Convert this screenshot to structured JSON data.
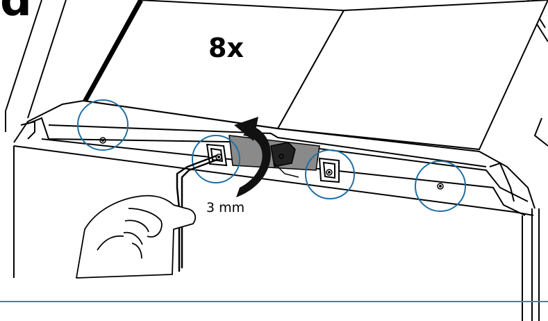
{
  "step_letter": "d",
  "repeat_count": "8x",
  "tool_size": "3 mm",
  "colors": {
    "line": "#000000",
    "highlight_circle": "#1f6fa3",
    "divider": "#2f86c4",
    "bracket_fill": "#8a8a8a",
    "panel_fill": "#ffffff"
  },
  "icons": {
    "rotation": "counterclockwise-arrow-icon",
    "tool": "hex-key-icon",
    "hand": "hand-icon",
    "screw": "screw-icon"
  }
}
